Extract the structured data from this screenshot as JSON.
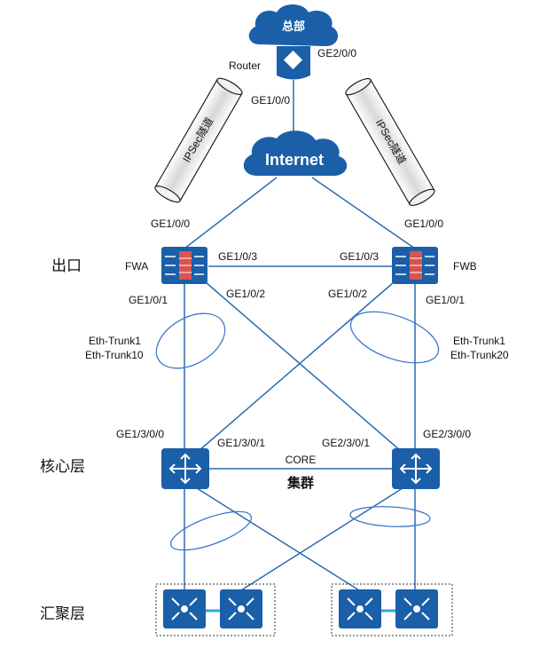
{
  "hq": {
    "cloud_label": "总部",
    "router_label": "Router",
    "port_ge2": "GE2/0/0",
    "port_ge1": "GE1/0/0"
  },
  "tunnels": {
    "left": "IPSec隧道",
    "right": "IPSec隧道"
  },
  "internet": {
    "label": "Internet"
  },
  "egress": {
    "layer_label": "出口",
    "fwa": {
      "name": "FWA",
      "port_up": "GE1/0/0",
      "port_ge3": "GE1/0/3",
      "port_ge1": "GE1/0/1",
      "port_ge2": "GE1/0/2",
      "trunk1": "Eth-Trunk1",
      "trunk2": "Eth-Trunk10"
    },
    "fwb": {
      "name": "FWB",
      "port_up": "GE1/0/0",
      "port_ge3": "GE1/0/3",
      "port_ge1": "GE1/0/1",
      "port_ge2": "GE1/0/2",
      "trunk1": "Eth-Trunk1",
      "trunk2": "Eth-Trunk20"
    }
  },
  "core": {
    "layer_label": "核心层",
    "left_ports": {
      "a": "GE1/3/0/0",
      "b": "GE1/3/0/1"
    },
    "right_ports": {
      "a": "GE2/3/0/1",
      "b": "GE2/3/0/0"
    },
    "cluster_top": "CORE",
    "cluster_bottom": "集群"
  },
  "aggregation": {
    "layer_label": "汇聚层"
  },
  "colors": {
    "device_blue": "#1a5fa8",
    "link_blue": "#2b6cb0",
    "firewall_red": "#d9534f",
    "stack_cyan": "#29a8e0"
  }
}
